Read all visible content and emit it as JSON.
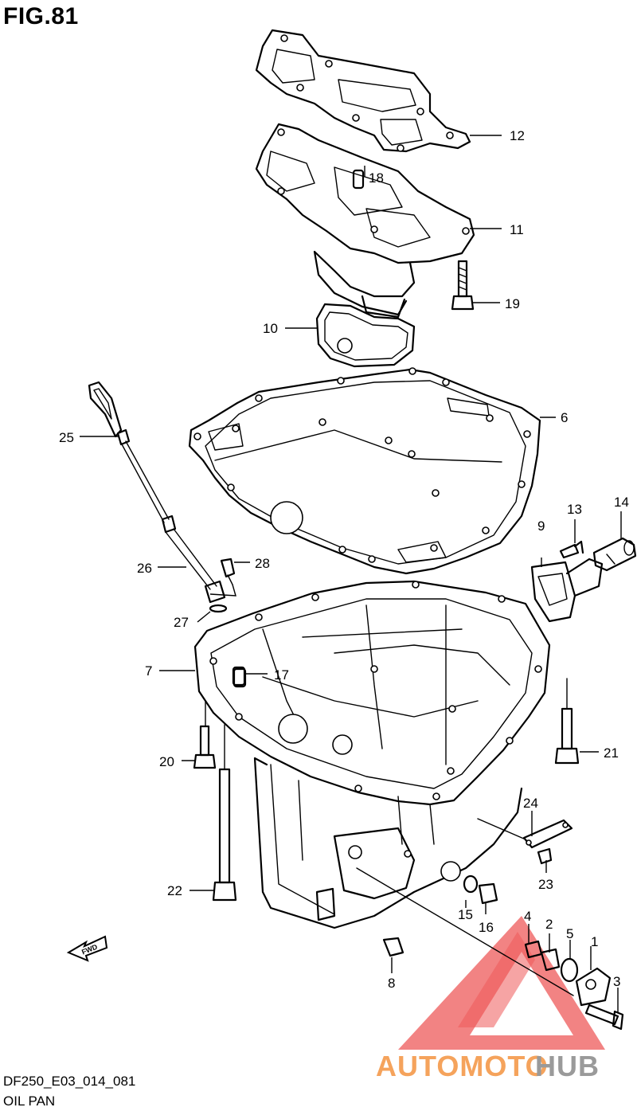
{
  "figure": {
    "title": "FIG.81"
  },
  "drawing": {
    "code": "DF250_E03_014_081",
    "name": "OIL PAN"
  },
  "fwd_marker": {
    "label": "FWD",
    "icon": "fwd-arrow-icon"
  },
  "watermark": {
    "word_part1": "AUTOMOTO",
    "word_part2": "HUB",
    "color_main": "#f5a35c",
    "color_hub": "#9a9a9a",
    "triangle_color": "#ee5a5a"
  },
  "callouts": [
    {
      "id": "c1",
      "label": "1"
    },
    {
      "id": "c2",
      "label": "2"
    },
    {
      "id": "c3",
      "label": "3"
    },
    {
      "id": "c4",
      "label": "4"
    },
    {
      "id": "c5",
      "label": "5"
    },
    {
      "id": "c6",
      "label": "6"
    },
    {
      "id": "c7",
      "label": "7"
    },
    {
      "id": "c8",
      "label": "8"
    },
    {
      "id": "c9",
      "label": "9"
    },
    {
      "id": "c10",
      "label": "10"
    },
    {
      "id": "c11",
      "label": "11"
    },
    {
      "id": "c12",
      "label": "12"
    },
    {
      "id": "c13",
      "label": "13"
    },
    {
      "id": "c14",
      "label": "14"
    },
    {
      "id": "c15",
      "label": "15"
    },
    {
      "id": "c16",
      "label": "16"
    },
    {
      "id": "c17",
      "label": "17"
    },
    {
      "id": "c18",
      "label": "18"
    },
    {
      "id": "c19",
      "label": "19"
    },
    {
      "id": "c20",
      "label": "20"
    },
    {
      "id": "c21",
      "label": "21"
    },
    {
      "id": "c22",
      "label": "22"
    },
    {
      "id": "c23",
      "label": "23"
    },
    {
      "id": "c24",
      "label": "24"
    },
    {
      "id": "c25",
      "label": "25"
    },
    {
      "id": "c26",
      "label": "26"
    },
    {
      "id": "c27",
      "label": "27"
    },
    {
      "id": "c28",
      "label": "28"
    }
  ]
}
